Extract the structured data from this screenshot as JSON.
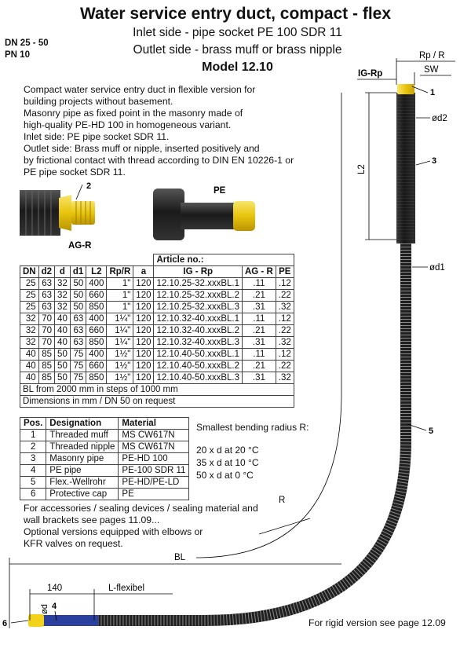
{
  "header": {
    "title": "Water service entry duct, compact - flex",
    "subtitle_1": "Inlet side - pipe socket PE 100 SDR 11",
    "subtitle_2": "Outlet side - brass muff or brass nipple",
    "model": "Model 12.10",
    "dn_range": "DN 25 - 50",
    "pn": "PN 10"
  },
  "description": [
    "Compact water service entry duct in flexible version for",
    "building projects without basement.",
    "Masonry pipe as fixed point in the masonry made of",
    "high-quality PE-HD 100 in homogeneous variant.",
    "Inlet side:  PE pipe socket SDR 11.",
    "Outlet side: Brass muff or nipple, inserted positively and",
    "by frictional contact with thread according to DIN EN 10226-1 or",
    "PE pipe socket SDR 11."
  ],
  "images": {
    "agr_callout": "2",
    "agr_label": "AG-R",
    "pe_label": "PE"
  },
  "spec_table": {
    "group_header": "Article no.:",
    "columns": [
      "DN",
      "d2",
      "d",
      "d1",
      "L2",
      "Rp/R",
      "a",
      "IG - Rp",
      "AG - R",
      "PE"
    ],
    "rows": [
      [
        "25",
        "63",
        "32",
        "50",
        "400",
        "1\"",
        "120",
        "12.10.25-32.xxxBL.1",
        ".11",
        ".12"
      ],
      [
        "25",
        "63",
        "32",
        "50",
        "660",
        "1\"",
        "120",
        "12.10.25-32.xxxBL.2",
        ".21",
        ".22"
      ],
      [
        "25",
        "63",
        "32",
        "50",
        "850",
        "1\"",
        "120",
        "12.10.25-32.xxxBL.3",
        ".31",
        ".32"
      ],
      [
        "32",
        "70",
        "40",
        "63",
        "400",
        "1¼\"",
        "120",
        "12.10.32-40.xxxBL.1",
        ".11",
        ".12"
      ],
      [
        "32",
        "70",
        "40",
        "63",
        "660",
        "1¼\"",
        "120",
        "12.10.32-40.xxxBL.2",
        ".21",
        ".22"
      ],
      [
        "32",
        "70",
        "40",
        "63",
        "850",
        "1¼\"",
        "120",
        "12.10.32-40.xxxBL.3",
        ".31",
        ".32"
      ],
      [
        "40",
        "85",
        "50",
        "75",
        "400",
        "1½\"",
        "120",
        "12.10.40-50.xxxBL.1",
        ".11",
        ".12"
      ],
      [
        "40",
        "85",
        "50",
        "75",
        "660",
        "1½\"",
        "120",
        "12.10.40-50.xxxBL.2",
        ".21",
        ".22"
      ],
      [
        "40",
        "85",
        "50",
        "75",
        "850",
        "1½\"",
        "120",
        "12.10.40-50.xxxBL.3",
        ".31",
        ".32"
      ]
    ],
    "note_1": "BL from 2000 mm in steps of 1000 mm",
    "note_2": "Dimensions in mm    /  DN 50 on request"
  },
  "pos_table": {
    "columns": [
      "Pos.",
      "Designation",
      "Material"
    ],
    "rows": [
      [
        "1",
        "Threaded muff",
        "MS CW617N"
      ],
      [
        "2",
        "Threaded nipple",
        "MS CW617N"
      ],
      [
        "3",
        "Masonry pipe",
        "PE-HD 100"
      ],
      [
        "4",
        "PE pipe",
        "PE-100 SDR 11"
      ],
      [
        "5",
        "Flex.-Wellrohr",
        "PE-HD/PE-LD"
      ],
      [
        "6",
        "Protective cap",
        "PE"
      ]
    ]
  },
  "bending": {
    "heading": "Smallest bending radius R:",
    "lines": [
      "20 x d at 20 °C",
      "35 x d at 10 °C",
      "50 x d at  0 °C"
    ]
  },
  "accessories": [
    "For accessories / sealing devices / sealing material and",
    "wall brackets see pages 11.09...",
    "Optional versions equipped with elbows or",
    "KFR valves on request."
  ],
  "footer": "For rigid version see page 12.09",
  "drawing": {
    "rp_r": "Rp / R",
    "ig_rp": "IG-Rp",
    "sw": "SW",
    "od2": "ød2",
    "od1": "ød1",
    "od": "ød",
    "l2": "L2",
    "r": "R",
    "bl": "BL",
    "dim_140": "140",
    "l_flexibel": "L-flexibel",
    "callouts": [
      "1",
      "3",
      "5",
      "4",
      "6"
    ],
    "colors": {
      "pipe": "#2b2b2b",
      "brass": "#f2d21a",
      "blue": "#2a3f9e"
    }
  }
}
